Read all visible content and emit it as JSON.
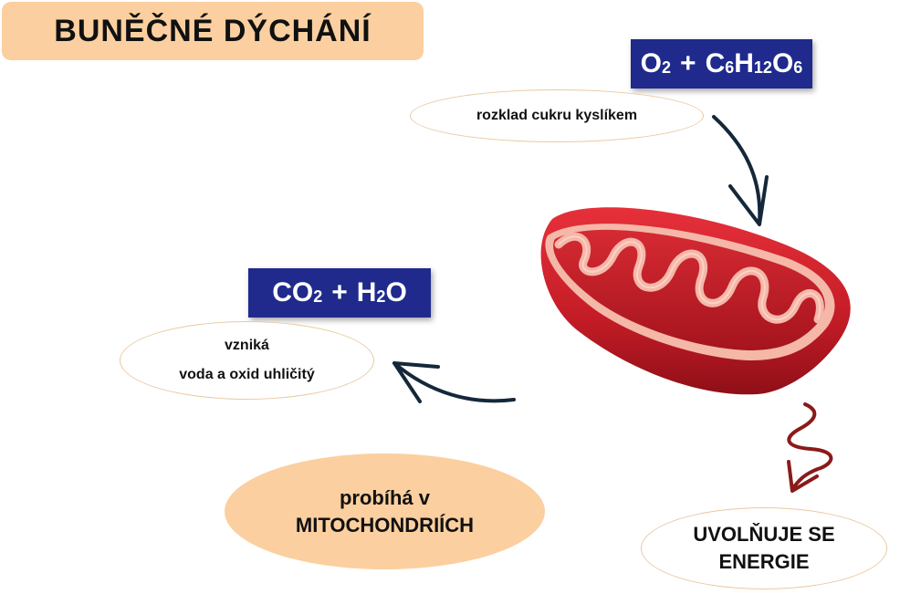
{
  "title": "BUNĚČNÉ DÝCHÁNÍ",
  "formula_top": {
    "o_letter": "O",
    "o_sub": "2",
    "plus": "+",
    "c_letter": "C",
    "c_sub": "6",
    "h_letter": "H",
    "h_sub": "12",
    "o2_letter": "O",
    "o2_sub": "6"
  },
  "formula_left": {
    "co_letters": "CO",
    "co_sub": "2",
    "plus": "+",
    "h_letter": "H",
    "h_sub": "2",
    "o_letter": "O"
  },
  "labels": {
    "rozklad": "rozklad cukru kyslíkem",
    "vznika_line1": "vzniká",
    "vznika_line2": "voda a oxid uhličitý",
    "probiha_line1": "probíhá v",
    "probiha_line2": "MITOCHONDRIÍCH",
    "energie_line1": "UVOLŇUJE SE",
    "energie_line2": "ENERGIE"
  },
  "colors": {
    "title_bg": "#fbcf9f",
    "formula_bg": "#1f2a8c",
    "arrow_dark": "#14283a",
    "arrow_red": "#8a1a1a",
    "mito_outer": "#c8202a",
    "mito_inner": "#f4b7a8"
  },
  "icons": [
    "curved-arrow-down-icon",
    "curved-arrow-left-icon",
    "zigzag-arrow-icon",
    "mitochondrion-illustration"
  ]
}
